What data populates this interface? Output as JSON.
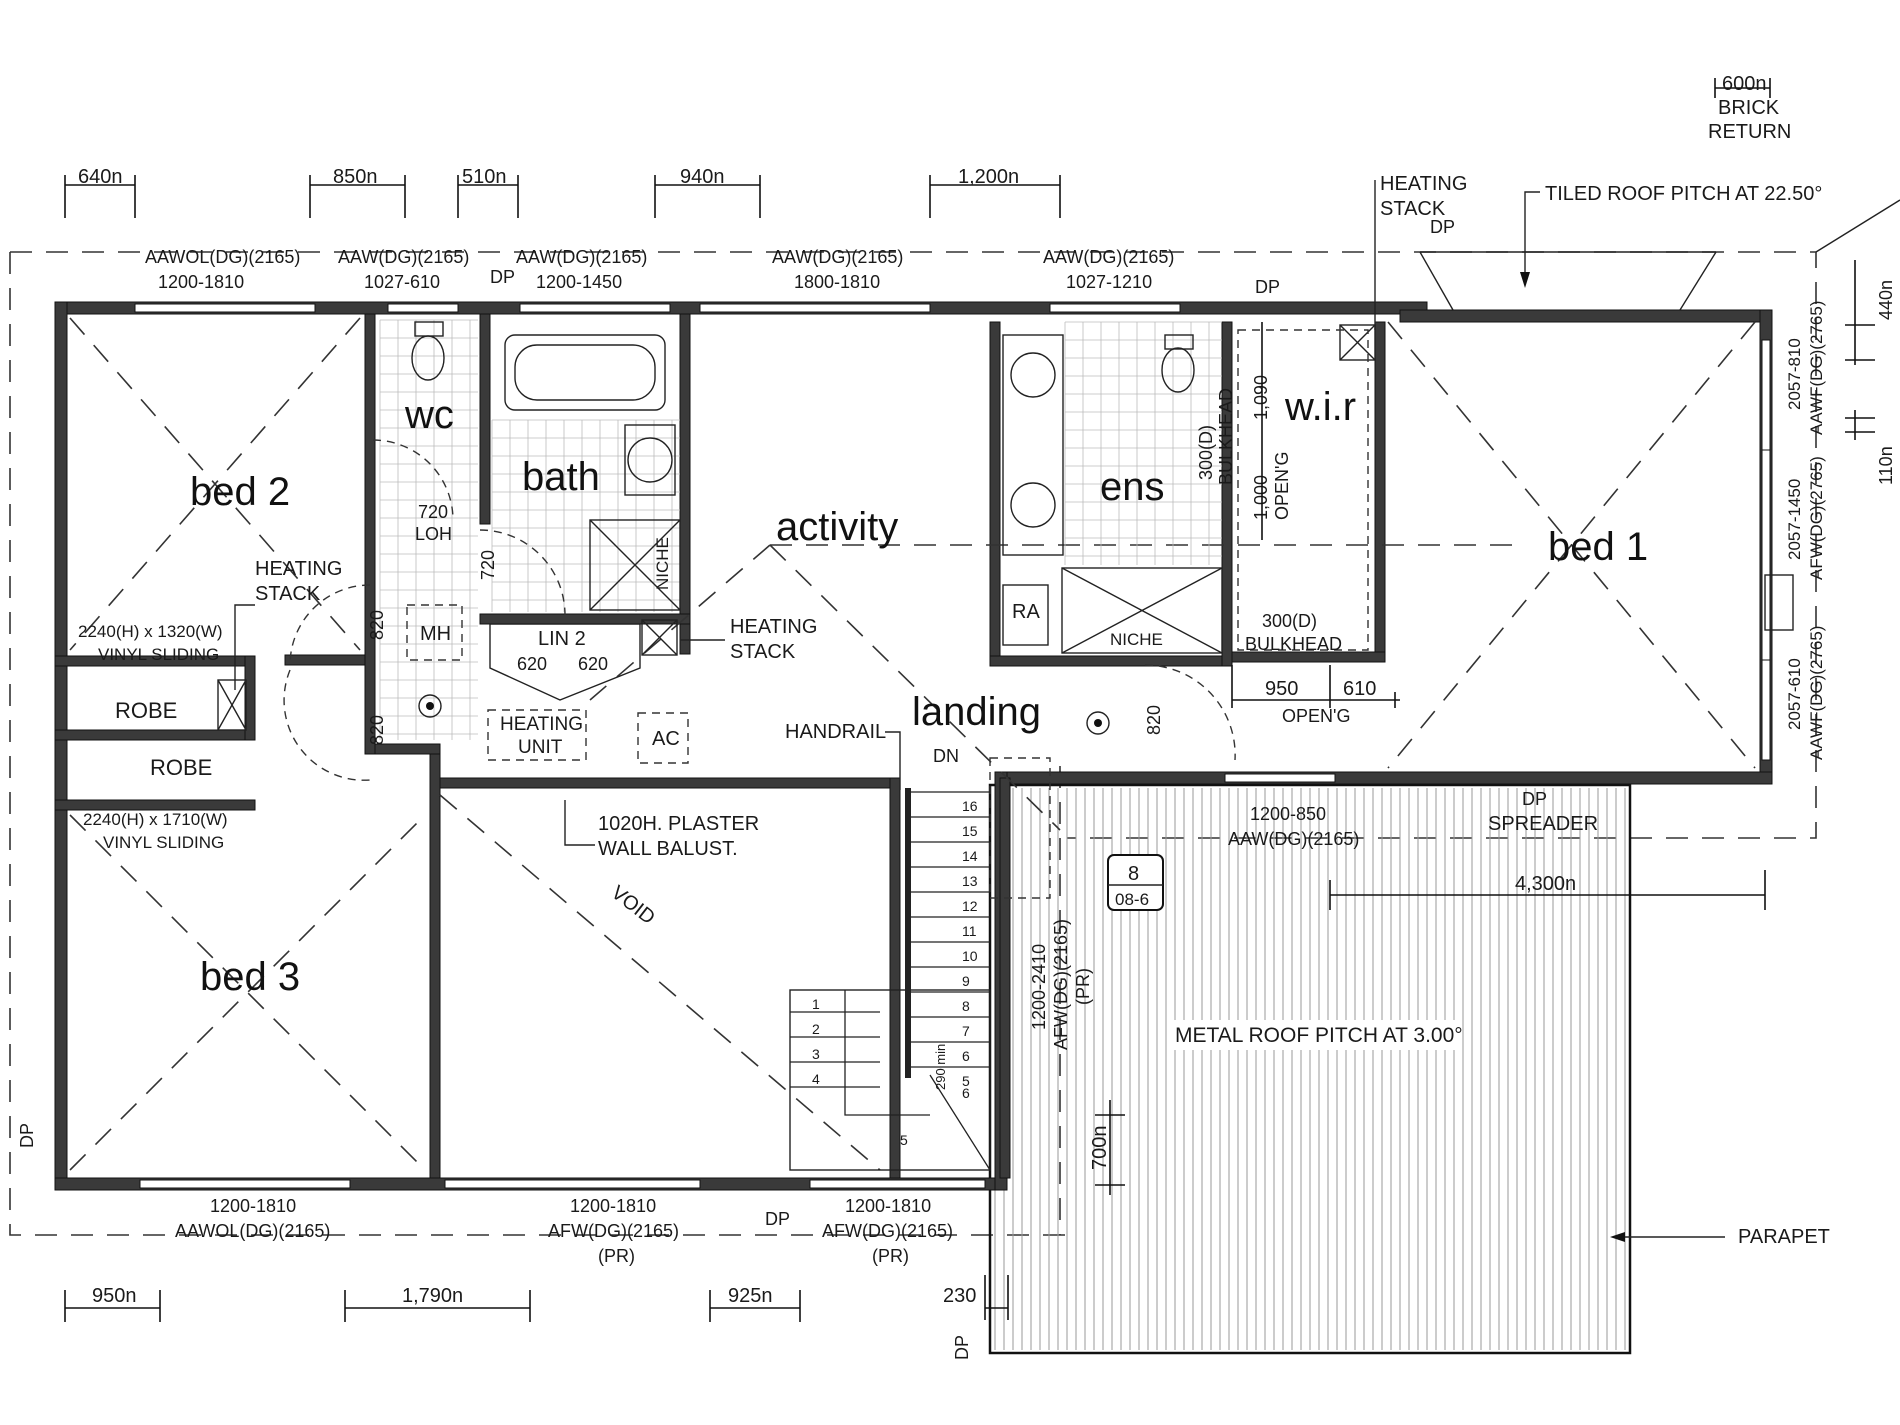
{
  "rooms": {
    "bed2": "bed 2",
    "bed3": "bed 3",
    "bed1": "bed 1",
    "wc": "wc",
    "bath": "bath",
    "activity": "activity",
    "ens": "ens",
    "wir": "w.i.r",
    "landing": "landing"
  },
  "top_dimensions": [
    "640n",
    "850n",
    "510n",
    "940n",
    "1,200n"
  ],
  "bottom_dimensions": [
    "950n",
    "1,790n",
    "925n"
  ],
  "brick_return": {
    "line1": "600n",
    "line2": "BRICK",
    "line3": "RETURN"
  },
  "top_windows": [
    {
      "code": "AAWOL(DG)(2165)",
      "size": "1200-1810"
    },
    {
      "code": "AAW(DG)(2165)",
      "size": "1027-610"
    },
    {
      "code": "AAW(DG)(2165)",
      "size": "1200-1450"
    },
    {
      "code": "AAW(DG)(2165)",
      "size": "1800-1810"
    },
    {
      "code": "AAW(DG)(2165)",
      "size": "1027-1210"
    }
  ],
  "bottom_windows": [
    {
      "size": "1200-1810",
      "code": "AAWOL(DG)(2165)",
      "note": ""
    },
    {
      "size": "1200-1810",
      "code": "AFW(DG)(2165)",
      "note": "(PR)"
    },
    {
      "size": "1200-1810",
      "code": "AFW(DG)(2165)",
      "note": "(PR)"
    }
  ],
  "right_windows": {
    "w1_size": "2057-810",
    "w1_code": "AAWF(DG)(2765)",
    "w2_size": "2057-1450",
    "w2_code": "AFW(DG)(2765)",
    "w3_size": "2057-610",
    "w3_code": "AAWF(DG)(2765)"
  },
  "right_dims": {
    "d1": "440n",
    "d2": "110n"
  },
  "notes": {
    "heating_stack": "HEATING",
    "stack": "STACK",
    "dp": "DP",
    "tiled_roof": "TILED ROOF PITCH AT 22.50°",
    "metal_roof": "METAL ROOF PITCH AT 3.00°",
    "parapet": "PARAPET",
    "handrail": "HANDRAIL",
    "dn": "DN",
    "void": "VOID",
    "balust_line1": "1020H. PLASTER",
    "balust_line2": "WALL BALUST.",
    "spreader": "SPREADER",
    "lin2": "LIN 2",
    "mh": "MH",
    "ac": "AC",
    "ra": "RA",
    "niche": "NICHE",
    "loh_a": "720",
    "loh_b": "LOH",
    "heating_unit_1": "HEATING",
    "heating_unit_2": "UNIT",
    "robe": "ROBE",
    "sliding1_a": "2240(H) x 1320(W)",
    "sliding1_b": "VINYL SLIDING",
    "sliding2_a": "2240(H) x 1710(W)",
    "sliding2_b": "VINYL SLIDING",
    "bulkhead1_a": "300(D)",
    "bulkhead1_b": "BULKHEAD",
    "bulkhead2_a": "300(D)",
    "bulkhead2_b": "BULKHEAD",
    "opening_a": "1,000",
    "opening_b": "OPEN'G",
    "dim_1090": "1,090",
    "dim_950": "950",
    "dim_610": "610",
    "dim_openg": "OPEN'G",
    "dim_720": "720",
    "dim_820a": "820",
    "dim_820b": "820",
    "dim_820c": "820",
    "dim_620a": "620",
    "dim_620b": "620",
    "stair_ref_top": "8",
    "stair_ref_bottom": "08-6",
    "balcony_door_size": "1200-850",
    "balcony_door_code": "AAW(DG)(2165)",
    "dim_4300": "4,300n",
    "side_door_size": "1200-2410",
    "side_door_code": "AFW(DG)(2165)",
    "side_door_note": "(PR)",
    "dim_700": "700n",
    "dim_230": "230",
    "dim_290": "290 min"
  },
  "stair_numbers": [
    "16",
    "15",
    "14",
    "13",
    "12",
    "11",
    "10",
    "9",
    "8",
    "7",
    "6",
    "5",
    "4",
    "3",
    "2",
    "1"
  ]
}
